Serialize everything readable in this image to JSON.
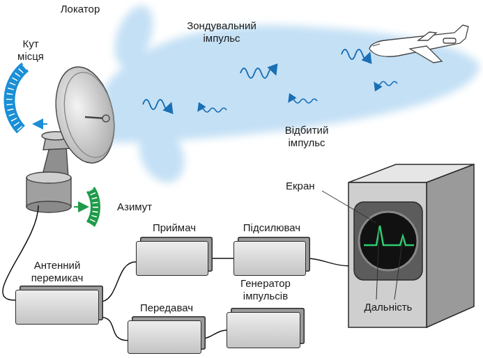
{
  "diagram": {
    "nodes": [
      {
        "text": [
          "Локатор"
        ]
      },
      {
        "text": [
          "Антенний перемикач"
        ]
      },
      {
        "text": [
          "Приймач"
        ]
      },
      {
        "text": [
          "Підсилювач"
        ]
      },
      {
        "text": [
          "Екран"
        ]
      },
      {
        "text": [
          "Передавач"
        ]
      },
      {
        "text": [
          "Генератор імпульсів"
        ]
      }
    ],
    "edges": [
      {
        "from": 0,
        "to": 1,
        "arrow": "none"
      },
      {
        "from": 1,
        "to": 2,
        "arrow": "none"
      },
      {
        "from": 2,
        "to": 3,
        "arrow": "none"
      },
      {
        "from": 3,
        "to": 4,
        "arrow": "none"
      },
      {
        "from": 1,
        "to": 5,
        "arrow": "none"
      },
      {
        "from": 5,
        "to": 6,
        "arrow": "none"
      }
    ],
    "labels": [
      "Кут місця",
      "Азимут",
      "Зондувальний імпульс",
      "Відбитий імпульс",
      "Дальність"
    ]
  }
}
